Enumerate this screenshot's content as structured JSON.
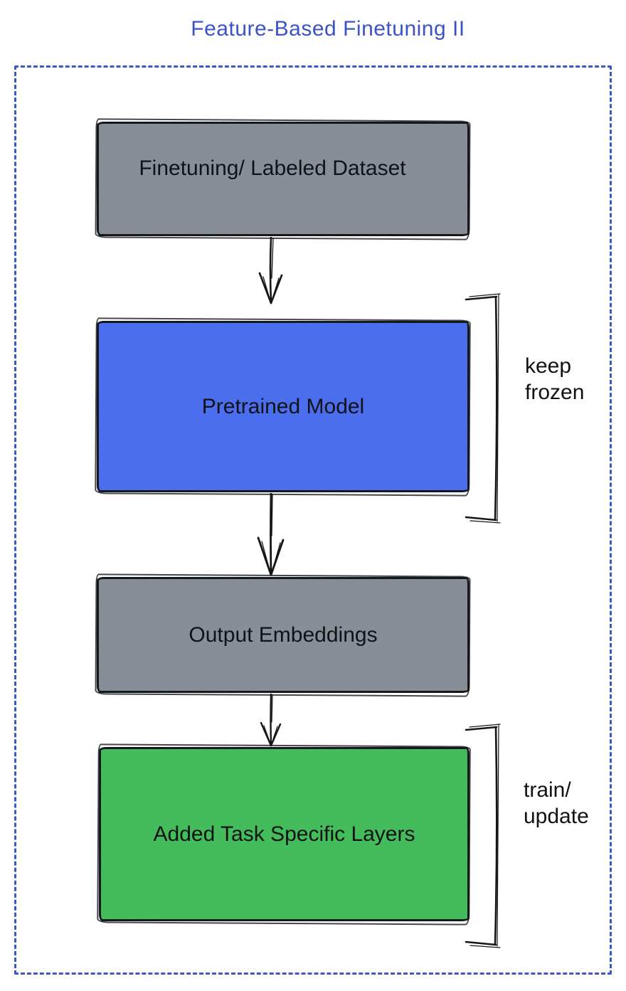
{
  "title": "Feature-Based Finetuning II",
  "diagram": {
    "type": "flowchart",
    "direction": "top-down",
    "nodes": [
      {
        "id": "dataset",
        "label": "Finetuning/ Labeled Dataset",
        "fill": "#888e97",
        "role": "input"
      },
      {
        "id": "pretrained",
        "label": "Pretrained Model",
        "fill": "#4a6eed",
        "role": "frozen-model"
      },
      {
        "id": "embeddings",
        "label": "Output Embeddings",
        "fill": "#888e97",
        "role": "intermediate"
      },
      {
        "id": "tasklayers",
        "label": "Added Task Specific Layers",
        "fill": "#44bc5b",
        "role": "trainable-head"
      }
    ],
    "edges": [
      {
        "from": "dataset",
        "to": "pretrained",
        "style": "sketch-arrow-down"
      },
      {
        "from": "pretrained",
        "to": "embeddings",
        "style": "sketch-arrow-down"
      },
      {
        "from": "embeddings",
        "to": "tasklayers",
        "style": "sketch-arrow-down"
      }
    ],
    "annotations": [
      {
        "target": "pretrained",
        "label": "keep\nfrozen",
        "marker": "right-bracket"
      },
      {
        "target": "tasklayers",
        "label": "train/\nupdate",
        "marker": "right-bracket"
      }
    ],
    "colors": {
      "title_text": "#3c53c8",
      "frame_dashed_border": "#3d56c9",
      "node_gray_fill": "#888e97",
      "node_blue_fill": "#4a6eed",
      "node_green_fill": "#44bc5b",
      "stroke_ink": "#14161a",
      "background": "#ffffff"
    }
  }
}
